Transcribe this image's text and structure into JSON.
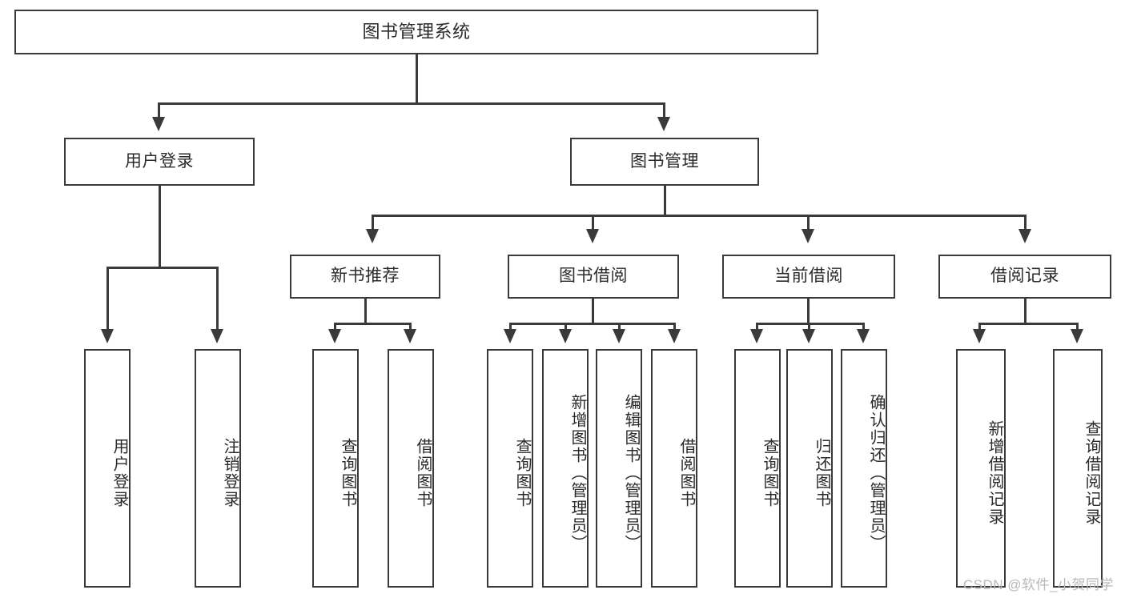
{
  "diagram": {
    "title": "图书管理系统",
    "type": "tree-hierarchy-diagram",
    "colors": {
      "stroke": "#3a3a3a",
      "text": "#2b2b2b",
      "background": "#ffffff",
      "watermark": "#b9b9b9"
    },
    "root": {
      "label": "图书管理系统"
    },
    "level1": [
      {
        "label": "用户登录"
      },
      {
        "label": "图书管理"
      }
    ],
    "level2": [
      {
        "label": "新书推荐"
      },
      {
        "label": "图书借阅"
      },
      {
        "label": "当前借阅"
      },
      {
        "label": "借阅记录"
      }
    ],
    "leaves": {
      "user_login": [
        {
          "label": "用户登录"
        },
        {
          "label": "注销登录"
        }
      ],
      "new_book_recommend": [
        {
          "label": "查询图书"
        },
        {
          "label": "借阅图书"
        }
      ],
      "book_borrow": [
        {
          "label": "查询图书"
        },
        {
          "label": "新增图书（管理员）"
        },
        {
          "label": "编辑图书（管理员）"
        },
        {
          "label": "借阅图书"
        }
      ],
      "current_borrow": [
        {
          "label": "查询图书"
        },
        {
          "label": "归还图书"
        },
        {
          "label": "确认归还（管理员）"
        }
      ],
      "borrow_records": [
        {
          "label": "新增借阅记录"
        },
        {
          "label": "查询借阅记录"
        }
      ]
    }
  },
  "watermark": {
    "text": "CSDN @软件_小贺同学"
  }
}
